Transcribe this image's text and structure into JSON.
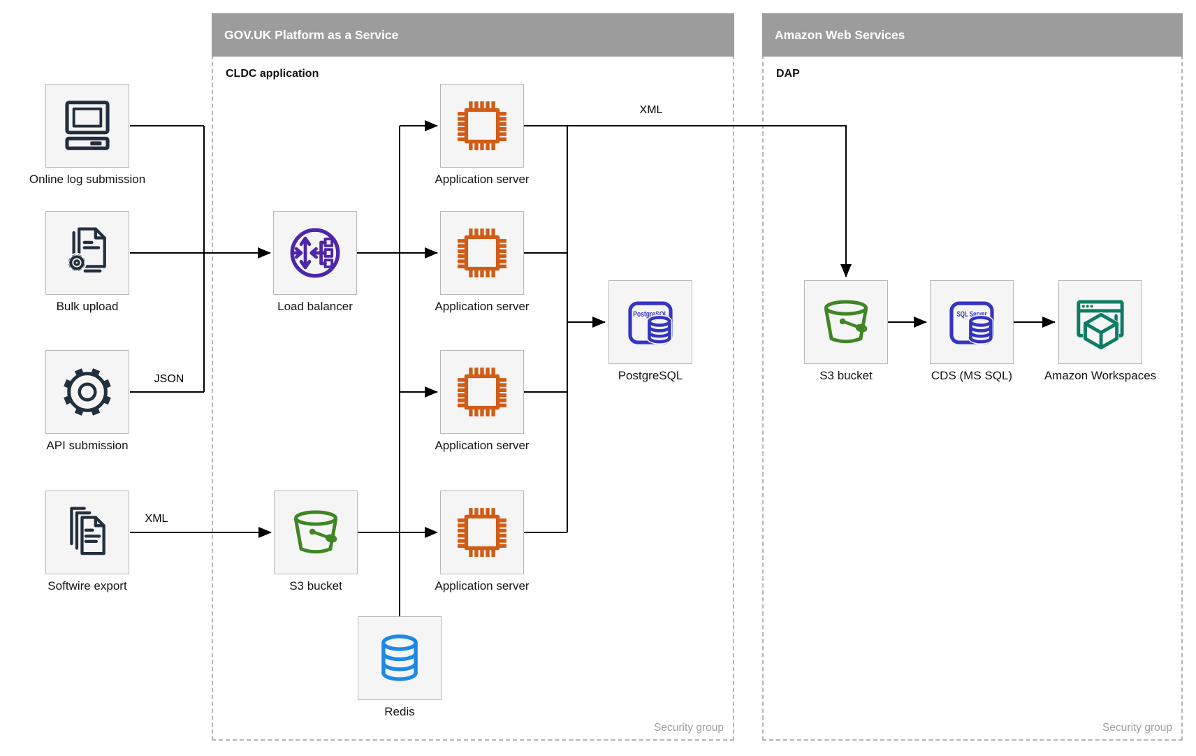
{
  "diagram": {
    "containers": {
      "govuk": {
        "title": "GOV.UK Platform as a Service",
        "sublabel": "CLDC application",
        "footer": "Security group"
      },
      "aws": {
        "title": "Amazon Web Services",
        "sublabel": "DAP",
        "footer": "Security group"
      }
    },
    "nodes": {
      "online_log_submission": {
        "label": "Online log submission",
        "icon": "desktop-computer-icon"
      },
      "bulk_upload": {
        "label": "Bulk upload",
        "icon": "document-gear-icon"
      },
      "api_submission": {
        "label": "API submission",
        "icon": "gear-icon"
      },
      "softwire_export": {
        "label": "Softwire export",
        "icon": "documents-stack-icon"
      },
      "load_balancer": {
        "label": "Load balancer",
        "icon": "load-balancer-icon"
      },
      "app_server_1": {
        "label": "Application server",
        "icon": "chip-icon"
      },
      "app_server_2": {
        "label": "Application server",
        "icon": "chip-icon"
      },
      "app_server_3": {
        "label": "Application server",
        "icon": "chip-icon"
      },
      "app_server_4": {
        "label": "Application server",
        "icon": "chip-icon"
      },
      "s3_bucket_paas": {
        "label": "S3 bucket",
        "icon": "s3-bucket-icon"
      },
      "redis": {
        "label": "Redis",
        "icon": "database-cylinder-icon"
      },
      "postgresql": {
        "label": "PostgreSQL",
        "icon": "postgresql-database-icon",
        "icon_text": "PostgreSQL"
      },
      "s3_bucket_aws": {
        "label": "S3 bucket",
        "icon": "s3-bucket-icon"
      },
      "cds": {
        "label": "CDS (MS SQL)",
        "icon": "sql-server-database-icon",
        "icon_text": "SQL Server"
      },
      "amazon_workspaces": {
        "label": "Amazon Workspaces",
        "icon": "workspaces-icon"
      }
    },
    "edge_labels": {
      "api_to_lb": "JSON",
      "softwire_to_s3": "XML",
      "app_to_aws": "XML"
    },
    "colors": {
      "header_bar": "#9c9c9c",
      "header_text": "#ffffff",
      "container_border": "#b4b4b4",
      "node_bg": "#f5f5f5",
      "node_border": "#b9b9b9",
      "edge": "#000000",
      "dark_icon": "#232f3e",
      "purple_lb": "#4d27a8",
      "orange_chip": "#d05c17",
      "indigo_db": "#3533c2",
      "green_s3": "#3f8624",
      "blue_redis": "#1e88e5",
      "teal_workspaces": "#0d7d62",
      "muted_text": "#9e9e9e"
    }
  }
}
